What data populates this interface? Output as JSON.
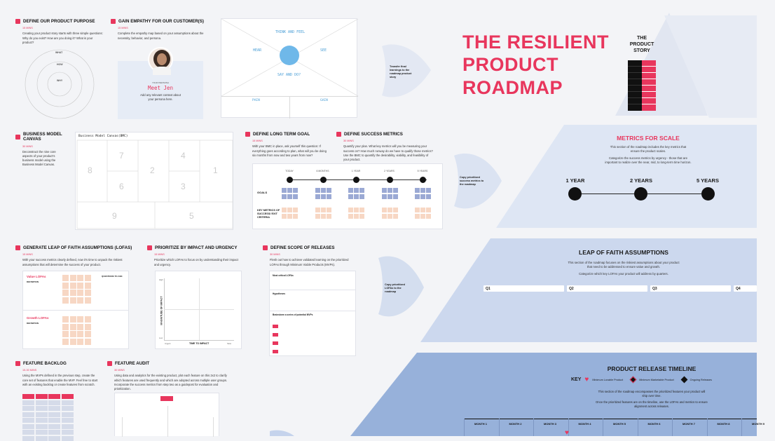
{
  "purpose": {
    "title": "DEFINE OUR PRODUCT PURPOSE",
    "mins": "15 MINS",
    "desc": "Creating your product story starts with three simple questions: Why do you exist? How are you doing it? What is your product?",
    "rings": [
      "WHAT",
      "HOW",
      "WHY"
    ]
  },
  "empathy": {
    "title": "GAIN EMPATHY FOR OUR CUSTOMER(S)",
    "mins": "15 MINS",
    "desc": "Complete the empathy map based on your assumptions about the necessity, behavior, and persona.",
    "persona_label": "YOUR PERSONA",
    "persona_name": "Meet Jen",
    "persona_desc": "Add any relevant context about your persona here."
  },
  "empathy_map": {
    "think": "THINK AND FEEL",
    "hear": "HEAR",
    "see": "SEE",
    "say": "SAY AND DO?",
    "pain": "PAIN",
    "gain": "GAIN"
  },
  "transfer_note": "Transfer final learnings to the roadmap product story",
  "roadmap_title": [
    "THE RESILIENT",
    "PRODUCT",
    "ROADMAP"
  ],
  "story": {
    "title": [
      "THE",
      "PRODUCT",
      "STORY"
    ]
  },
  "bmc": {
    "title": "BUSINESS MODEL CANVAS",
    "mins": "30 MINS",
    "desc": "Deconstruct the nine core aspects of your product's business model using the Business Model Canvas.",
    "canvas_title": "Business Model Canvas(BMC)",
    "numbers": [
      "8",
      "7",
      "2",
      "4",
      "1",
      "6",
      "3",
      "9",
      "5"
    ]
  },
  "long_term": {
    "title": "DEFINE LONG TERM GOAL",
    "mins": "15 MINS",
    "desc": "With your BMC in place, ask yourself this question: If everything goes according to plan, what will you be doing six months from now and two years from now?"
  },
  "success": {
    "title": "DEFINE SUCCESS METRICS",
    "mins": "30 MINS",
    "desc": "Quantify your plan. What key metrics will you be measuring your success on? How much runway do we have to qualify those metrics? Use the BMC to quantify the desirability, viability, and feasibility of your product.",
    "columns": [
      "TODAY",
      "6 MONTHS",
      "1 YEAR",
      "2 YEARS",
      "5 YEARS"
    ],
    "goals": "GOALS",
    "key_metrics": "KEY METRICS OF SUCCESS/ EXIT CRITERIA"
  },
  "copy_metrics_note": "Copy prioritized success metrics to the roadmap",
  "scale": {
    "title": "METRICS FOR SCALE",
    "desc1": "This section of the roadmap includes the key metrics that ensure the product scales.",
    "desc2": "Categorize the success metrics by urgency - those that are important to realize over the near, mid, to long-term time horizon.",
    "points": [
      "1 YEAR",
      "2 YEARS",
      "5 YEARS"
    ]
  },
  "lofa": {
    "title": "GENERATE LEAP OF FAITH ASSUMPTIONS (LOFAs)",
    "mins": "15 MINS",
    "desc": "With your success metrics clearly defined, now it's time to unpack the riskiest assumptions that will determine the success of your product.",
    "value": "Value LOFAs",
    "growth": "Growth LOFAs",
    "definition": "DEFINITION",
    "questions": "QUESTIONS TO ASK"
  },
  "prioritize": {
    "title": "PRIORITIZE BY IMPACT AND URGENCY",
    "mins": "15 MINS",
    "desc": "Prioritize which LOFAs to focus on by understanding their impact and urgency.",
    "y_label": "MAGNITUDE OF IMPACT",
    "x_label": "TIME TO IMPACT",
    "high": "High",
    "low": "Low",
    "urgent": "Urgent",
    "slow": "Slow"
  },
  "scope": {
    "title": "DEFINE SCOPE OF RELEASES",
    "mins": "30 MINS",
    "desc": "Flesh out how to achieve validated learning on the prioritized LOFAs through Minimum Viable Products (MVPs).",
    "riskiest": "Most critical LOFAs",
    "hypotheses": "Hypotheses",
    "brainstorm": "Brainstorm a series of potential MVPs"
  },
  "copy_lofa_note": "Copy prioritized LOFAs to the roadmap",
  "leap": {
    "title": "LEAP OF FAITH ASSUMPTIONS",
    "desc1": "This section of the roadmap focuses on the riskiest assumptions about your product that need to be addressed to ensure value and growth.",
    "desc2": "Categorize which key LOFAs your product will address by quarters.",
    "quarters": [
      "Q1",
      "Q2",
      "Q3",
      "Q4"
    ]
  },
  "backlog": {
    "title": "FEATURE BACKLOG",
    "mins": "15-30 MINS",
    "desc": "Using the MVPs defined in the previous step, create the core set of features that enable the MVP. Feel free to start with an existing backlog or create features from scratch."
  },
  "audit": {
    "title": "FEATURE AUDIT",
    "mins": "30 MINS",
    "desc": "Using data and analytics for the existing product, plot each feature on this 2x2 to clarify which features are used frequently and which are adopted across multiple user groups. Incorporate the success metrics from step two as a guidepost for evaluation and prioritization."
  },
  "timeline": {
    "title": "PRODUCT RELEASE TIMELINE",
    "key": "KEY",
    "legend": [
      "Minimum Lovable Product",
      "Minimum Marketable Product",
      "Ongoing Releases"
    ],
    "desc1": "This section of the roadmap encompasses the prioritized features your product will ship over time.",
    "desc2": "Once the prioritized features are on the timeline, use the LOFAs and metrics to ensure alignment across releases.",
    "months": [
      "MONTH 1",
      "MONTH 2",
      "MONTH 3",
      "MONTH 4",
      "MONTH 5",
      "MONTH 6",
      "MONTH 7",
      "MONTH 8",
      "MONTH 9"
    ]
  },
  "colors": {
    "accent": "#e8365d",
    "tier_light": "#dfe7f5",
    "tier_mid": "#c9d6ee",
    "tier_dark": "#94b0db"
  }
}
